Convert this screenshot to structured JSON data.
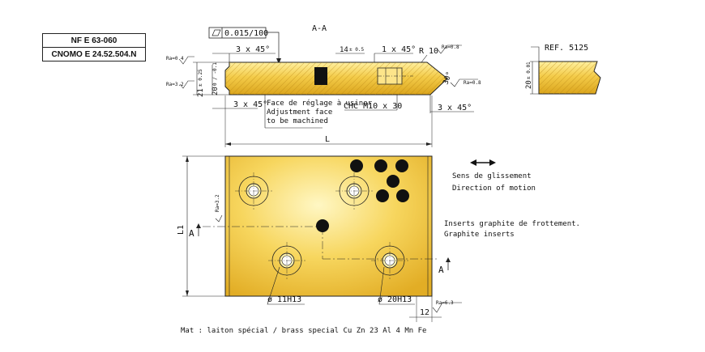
{
  "standards": [
    "NF E 63-060",
    "CNOMO E 24.52.504.N"
  ],
  "section_label": "A-A",
  "flatness_tolerance": "0.015/100",
  "dimensions": {
    "chamfer": "3 x 45°",
    "height_total": "21",
    "height_total_tol": "± 0.25",
    "height_20": "20",
    "height_20_tol": "0 / -0.1",
    "slot": "14",
    "slot_tol": "± 0.5",
    "chamfer_right": "1 x 45°",
    "radius": "R 10",
    "angle": "30°",
    "screw": "CHC M10 x 30",
    "length": "L",
    "width": "L1",
    "hole_small": "ø 11H13",
    "hole_large": "ø 20H13",
    "edge_12": "12",
    "ref_height": "20",
    "ref_height_tol": "± 0.01"
  },
  "roughness": {
    "ra04": "Ra=0.4",
    "ra32": "Ra=3.2",
    "ra08": "Ra=0.8",
    "ra63": "Ra=6.3"
  },
  "reference": "REF. 5125",
  "adjust_face": [
    "Face de réglage à usiner",
    "Adjustment face",
    "to be machined"
  ],
  "motion": [
    "Sens de glissement",
    "Direction of motion"
  ],
  "inserts": [
    "Inserts graphite de frottement.",
    "Graphite inserts"
  ],
  "section_marker": "A",
  "material": "Mat : laiton spécial / brass special Cu Zn 23 Al 4 Mn Fe",
  "colors": {
    "brass_light": "#fff3a8",
    "brass_mid": "#f2c744",
    "brass_dark": "#d9a21b",
    "line": "#222222",
    "insert": "#111111"
  }
}
